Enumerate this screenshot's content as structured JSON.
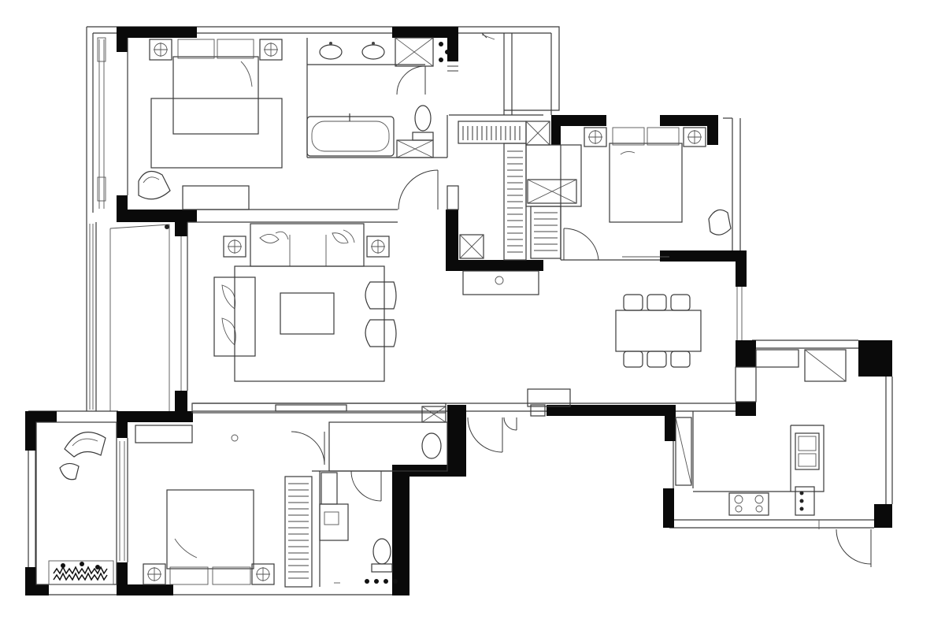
{
  "floor_plan": {
    "type": "residential apartment floor plan",
    "colors": {
      "background": "#ffffff",
      "wall": "#0a0a0a",
      "line": "#3a3a3a"
    },
    "rooms": [
      "master-bedroom",
      "master-bathroom",
      "walk-in-closet",
      "bedroom-2",
      "living-room",
      "dining-area",
      "balcony",
      "bedroom-3",
      "bathroom-2",
      "kitchen",
      "study-balcony",
      "entrance"
    ],
    "furniture": [
      "double-bed",
      "bathtub",
      "double-sink",
      "toilet",
      "shower",
      "sofa",
      "coffee-table",
      "armchair",
      "dining-table",
      "kitchen-counter",
      "stove",
      "kitchen-sink",
      "wardrobe",
      "lounge-chair",
      "planter"
    ]
  }
}
